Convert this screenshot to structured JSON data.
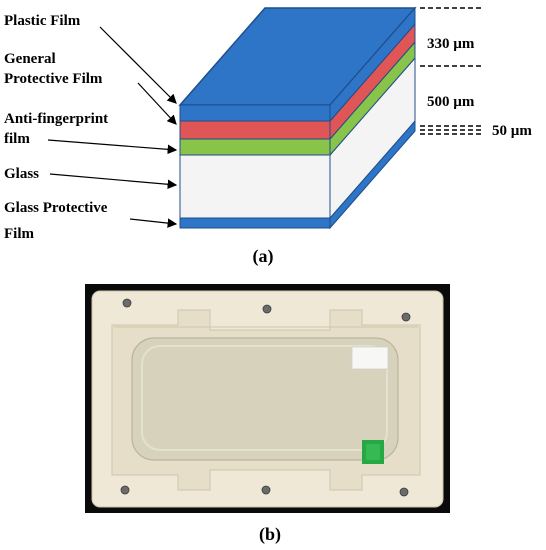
{
  "panel_a": {
    "caption": "(a)",
    "layer_labels": [
      {
        "line1": "Plastic Film",
        "line2": ""
      },
      {
        "line1": "General",
        "line2": "Protective Film"
      },
      {
        "line1": "Anti-fingerprint",
        "line2": "film"
      },
      {
        "line1": "Glass",
        "line2": ""
      },
      {
        "line1": "Glass Protective",
        "line2": "Film"
      }
    ],
    "thickness_labels": [
      "330 µm",
      "500 µm",
      "50 µm"
    ],
    "colors": {
      "plastic_film": "#2e75c8",
      "general_protective": "#e05555",
      "anti_fingerprint": "#88c34a",
      "glass": "#f4f4f4",
      "glass_protective": "#2e75c8",
      "outline": "#1f4e8a"
    }
  },
  "panel_b": {
    "caption": "(b)",
    "photo_colors": {
      "background": "#0a0a0a",
      "fixture": "#efe8d6",
      "film": "#d7d2bc",
      "sticker_green": "#27a844"
    }
  }
}
